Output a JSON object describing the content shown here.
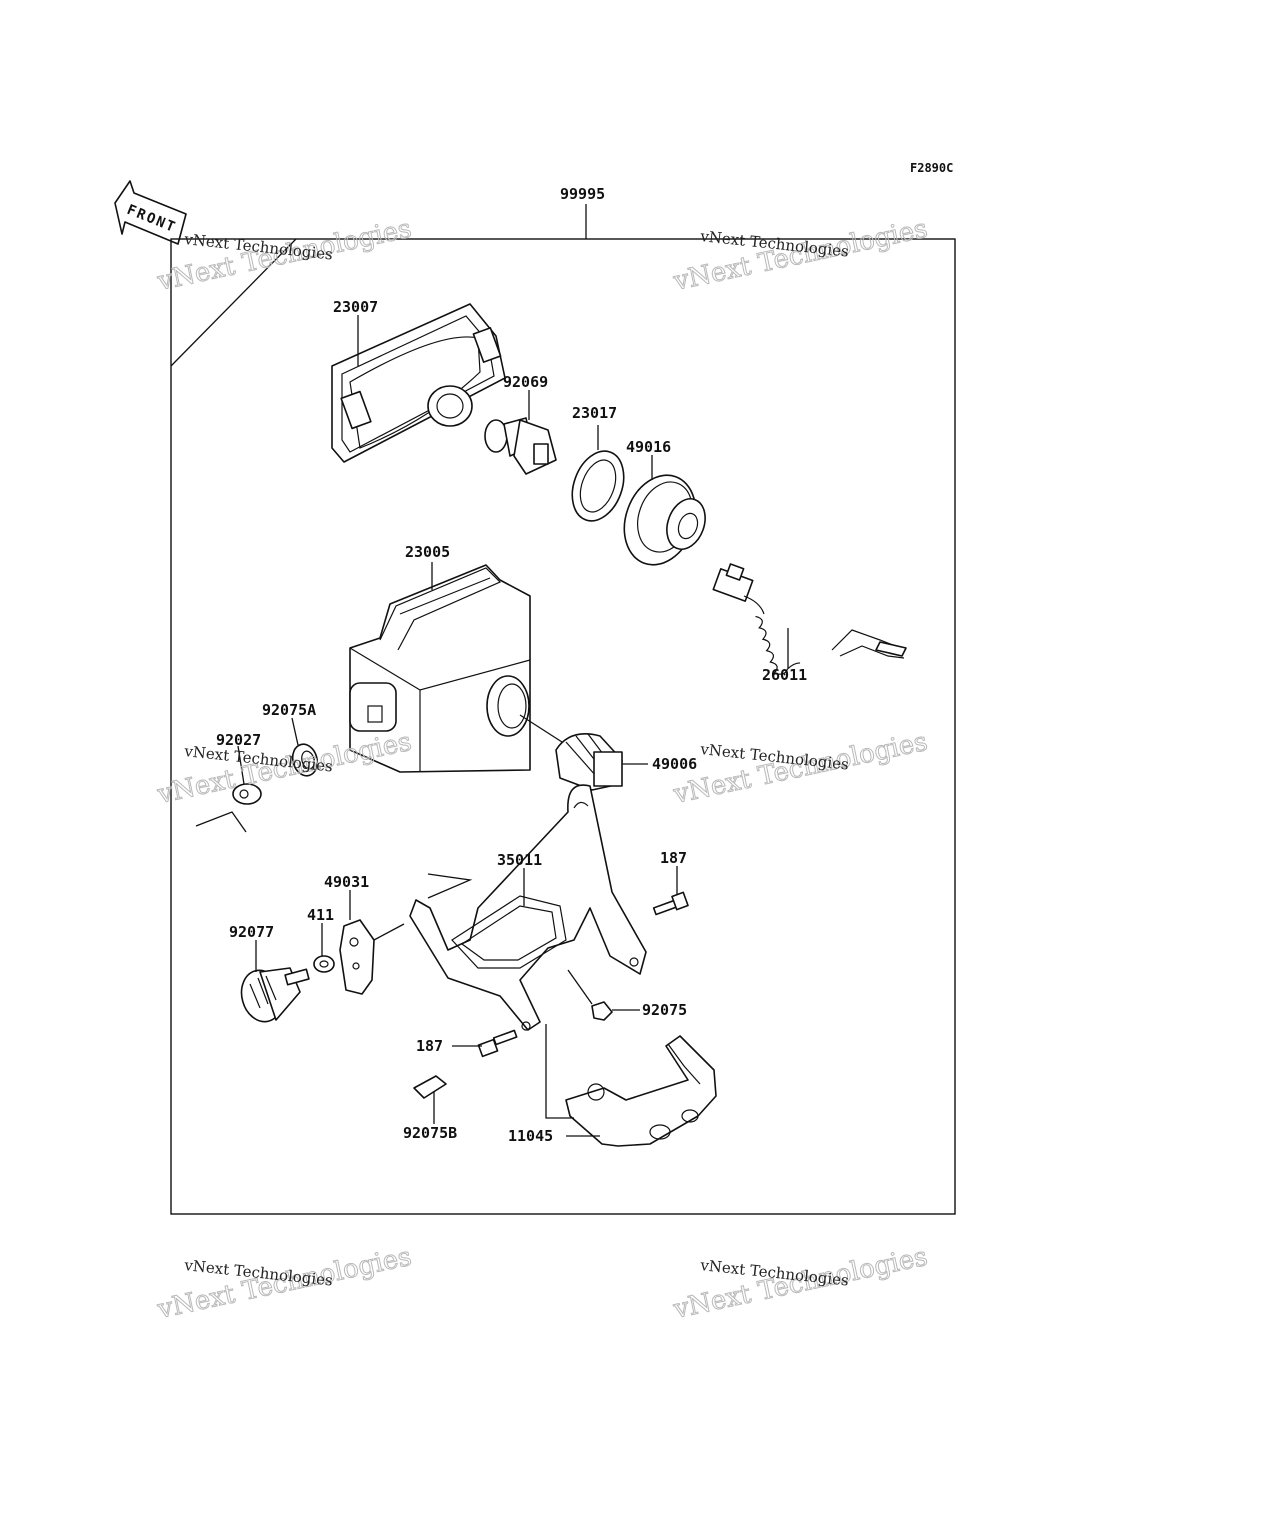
{
  "figure_code": "F2890C",
  "front_arrow_label": "FRONT",
  "assembly_number": "99995",
  "watermark": {
    "line1": "vNext Technologies",
    "line2": "vNext Technologies"
  },
  "parts": [
    {
      "number": "23007"
    },
    {
      "number": "92069"
    },
    {
      "number": "23017"
    },
    {
      "number": "49016"
    },
    {
      "number": "23005"
    },
    {
      "number": "26011"
    },
    {
      "number": "92075A"
    },
    {
      "number": "92027"
    },
    {
      "number": "49006"
    },
    {
      "number": "187"
    },
    {
      "number": "35011"
    },
    {
      "number": "49031"
    },
    {
      "number": "411"
    },
    {
      "number": "92077"
    },
    {
      "number": "92075"
    },
    {
      "number": "187"
    },
    {
      "number": "92075B"
    },
    {
      "number": "11045"
    }
  ]
}
